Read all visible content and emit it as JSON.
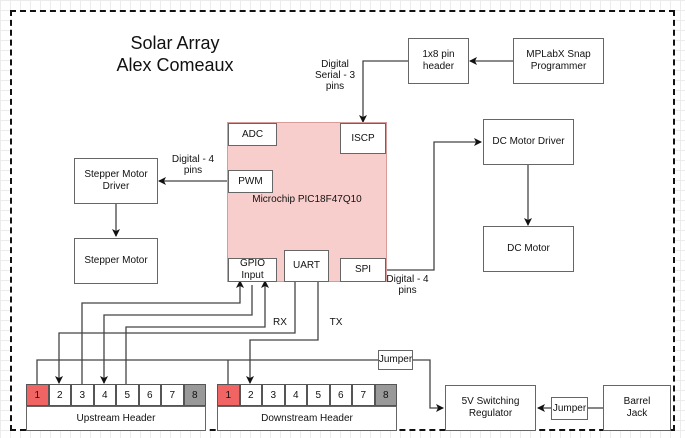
{
  "title": "Solar Array\nAlex Comeaux",
  "colors": {
    "chip_fill": "#f8cecc",
    "pin_power": "#f06464",
    "pin_ground": "#999999"
  },
  "blocks": {
    "pin_header_1x8": "1x8 pin\nheader",
    "snap_programmer": "MPLabX Snap\nProgrammer",
    "dc_motor_driver": "DC Motor Driver",
    "dc_motor": "DC Motor",
    "stepper_driver": "Stepper Motor\nDriver",
    "stepper_motor": "Stepper Motor",
    "regulator": "5V Switching\nRegulator",
    "barrel_jack": "Barrel\nJack",
    "jumper_top": "Jumper",
    "jumper_bottom": "Jumper"
  },
  "mcu": {
    "name": "Microchip PIC18F47Q10",
    "peripherals": {
      "adc": "ADC",
      "iscp": "ISCP",
      "pwm": "PWM",
      "gpio": "GPIO Input",
      "uart": "UART",
      "spi": "SPI"
    }
  },
  "connection_labels": {
    "iscp": "Digital\nSerial - 3\npins",
    "pwm": "Digital - 4\npins",
    "spi": "Digital - 4\npins",
    "rx": "RX",
    "tx": "TX"
  },
  "headers": {
    "upstream": {
      "label": "Upstream Header",
      "pins": [
        "1",
        "2",
        "3",
        "4",
        "5",
        "6",
        "7",
        "8"
      ]
    },
    "downstream": {
      "label": "Downstream Header",
      "pins": [
        "1",
        "2",
        "3",
        "4",
        "5",
        "6",
        "7",
        "8"
      ]
    }
  }
}
